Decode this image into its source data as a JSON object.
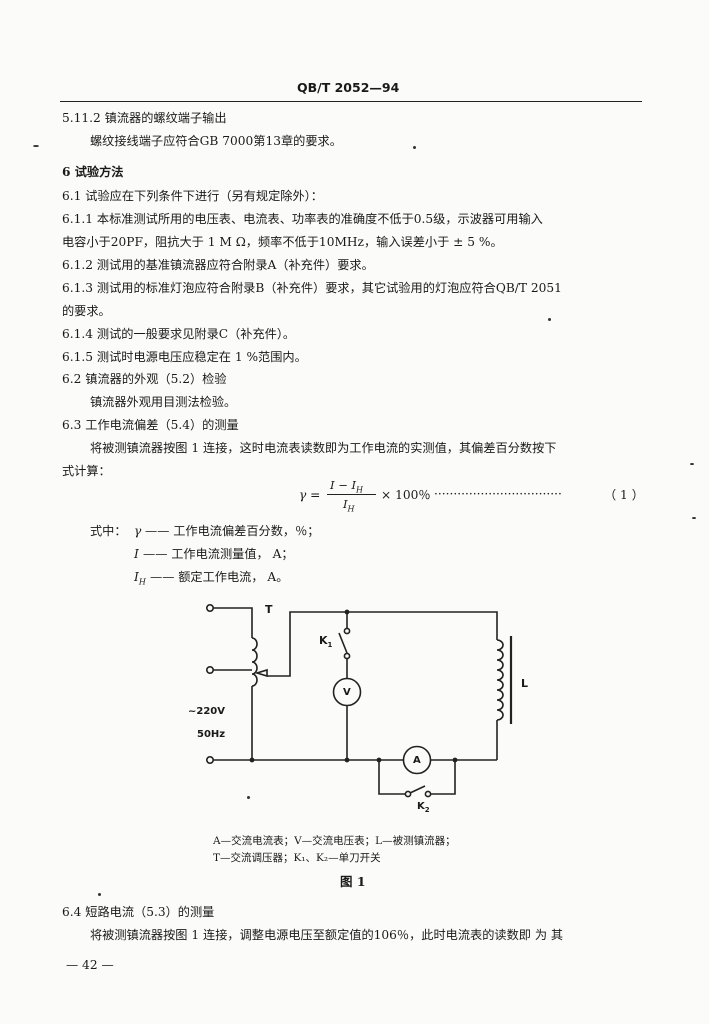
{
  "header": {
    "std_code": "QB/T 2052—94"
  },
  "lines": {
    "l01": "5.11.2  镇流器的螺纹端子输出",
    "l02": "螺纹接线端子应符合GB 7000第13章的要求。",
    "l03": "6  试验方法",
    "l04": "6.1  试验应在下列条件下进行（另有规定除外）：",
    "l05": "6.1.1  本标准测试所用的电压表、电流表、功率表的准确度不低于0.5级，示波器可用输入",
    "l06": "电容小于20PF，阻抗大于 1 M Ω，频率不低于10MHz，输入误差小于 ± 5 %。",
    "l07": "6.1.2  测试用的基准镇流器应符合附录A（补充件）要求。",
    "l08": "6.1.3  测试用的标准灯泡应符合附录B（补充件）要求，其它试验用的灯泡应符合QB/T 2051",
    "l09": "的要求。",
    "l10": "6.1.4  测试的一般要求见附录C（补充件）。",
    "l11": "6.1.5  测试时电源电压应稳定在 1 %范围内。",
    "l12": "6.2  镇流器的外观（5.2）检验",
    "l13": "镇流器外观用目测法检验。",
    "l14": "6.3  工作电流偏差（5.4）的测量",
    "l15": "将被测镇流器按图 1 连接，这时电流表读数即为工作电流的实测值，其偏差百分数按下",
    "l16": "式计算："
  },
  "formula": {
    "lhs": "γ =",
    "numerator": "I − I",
    "denominator": "I",
    "sub": "H",
    "rest": "× 100％",
    "leader": "·································",
    "number": "（ 1 ）"
  },
  "where": {
    "intro": "式中：",
    "r1_sym": "γ",
    "r1_text": "—— 工作电流偏差百分数，％；",
    "r2_sym": "I",
    "r2_text": "—— 工作电流测量值， A；",
    "r3_sym": "I",
    "r3_sub": "H",
    "r3_text": "—— 额定工作电流， A。"
  },
  "diagram": {
    "T": "T",
    "K1": "K",
    "K1_sub": "1",
    "K2": "K",
    "K2_sub": "2",
    "V": "V",
    "A": "A",
    "L": "L",
    "voltage": "~220V",
    "freq": "50Hz"
  },
  "caption": {
    "line1": "A—交流电流表；V—交流电压表；L—被测镇流器；",
    "line2": "T—交流调压器；K₁、K₂—单刀开关",
    "fig": "图    1"
  },
  "tail": {
    "s64": "6.4  短路电流（5.3）的测量",
    "s64_text": "将被测镇流器按图 1 连接，调整电源电压至额定值的106％，此时电流表的读数即 为 其"
  },
  "page_number": "— 42 —"
}
